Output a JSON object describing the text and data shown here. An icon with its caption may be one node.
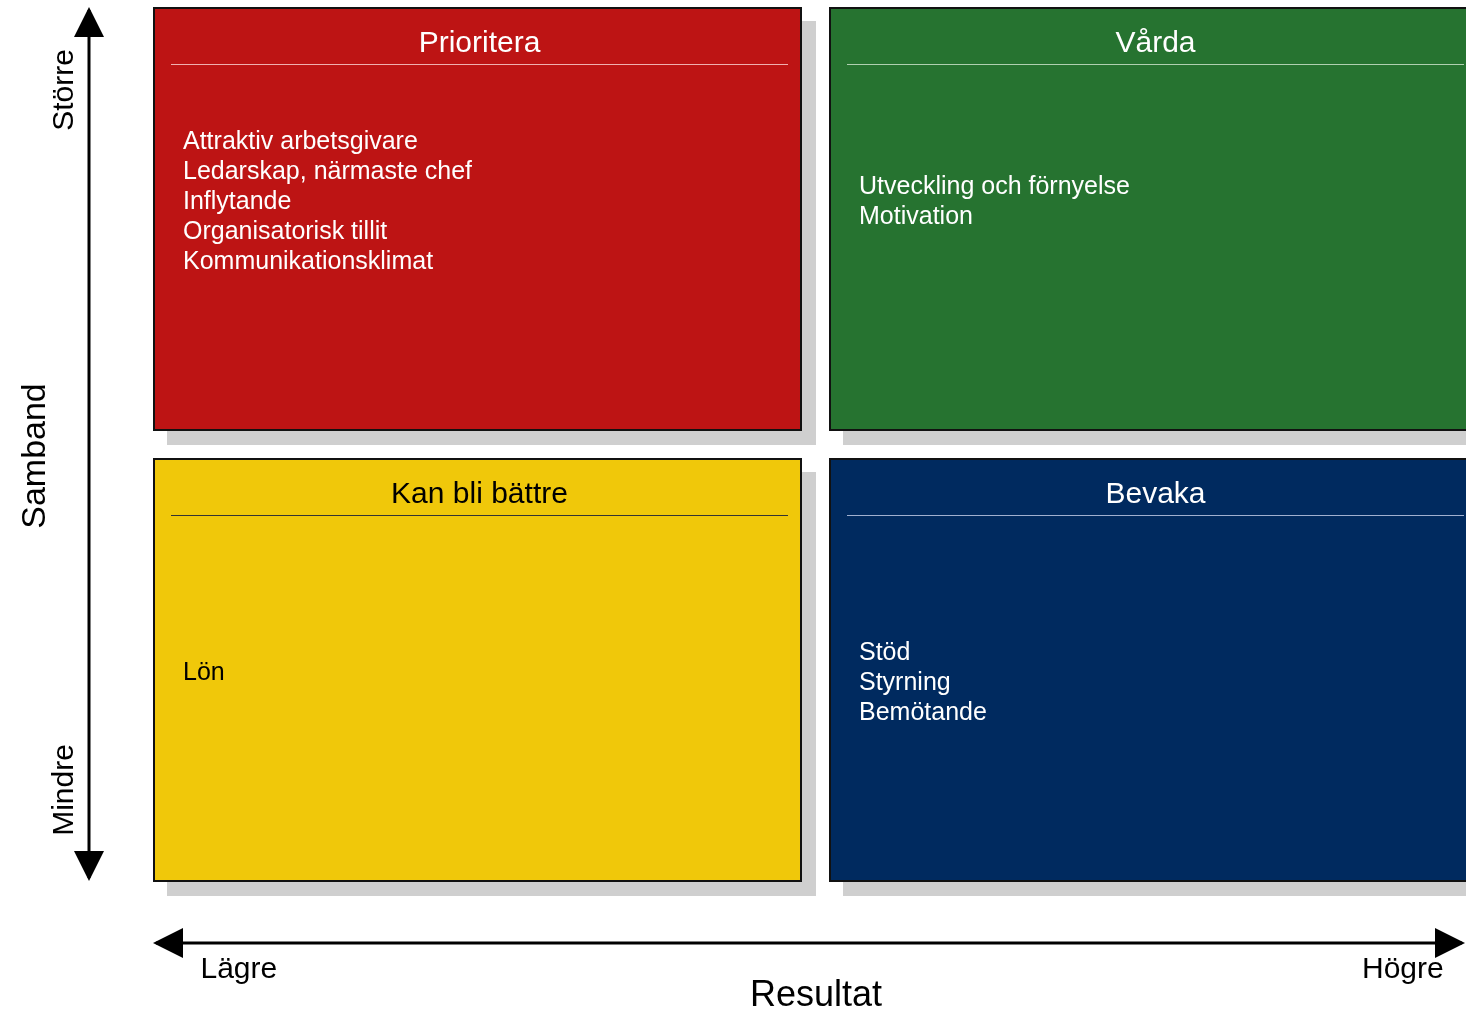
{
  "diagram": {
    "nodes": [
      {
        "text": [
          "Prioritera",
          "Attraktiv arbetsgivare",
          "Ledarskap, närmaste chef",
          "Inflytande",
          "Organisatorisk tillit",
          "Kommunikationsklimat"
        ]
      },
      {
        "text": [
          "Vårda",
          "Utveckling och förnyelse",
          "Motivation"
        ]
      },
      {
        "text": [
          "Kan bli bättre",
          "Lön"
        ]
      },
      {
        "text": [
          "Bevaka",
          "Stöd",
          "Styrning",
          "Bemötande"
        ]
      }
    ],
    "edges": [],
    "labels": [
      "Större",
      "Samband",
      "Mindre",
      "Lägre",
      "Resultat",
      "Högre"
    ]
  }
}
